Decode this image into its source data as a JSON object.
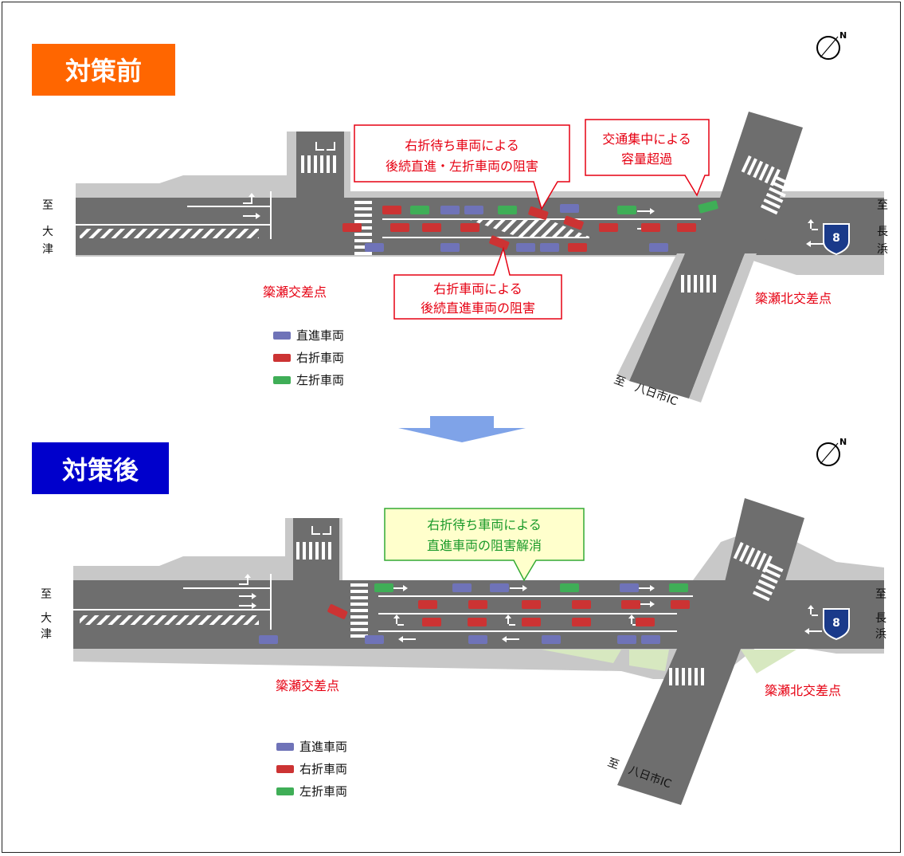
{
  "before": {
    "badge": "対策前",
    "badge_color": "#ff6600",
    "callouts": {
      "c1": [
        "右折待ち車両による",
        "後続直進・左折車両の阻害"
      ],
      "c2": [
        "交通集中による",
        "容量超過"
      ],
      "c3": [
        "右折車両による",
        "後続直進車両の阻害"
      ]
    },
    "labels": {
      "west": [
        "至",
        "大",
        "津"
      ],
      "east": [
        "至",
        "長",
        "浜"
      ],
      "south": "至　八日市IC",
      "int1": "簗瀬交差点",
      "int2": "簗瀬北交差点"
    },
    "legend": [
      "直進車両",
      "右折車両",
      "左折車両"
    ]
  },
  "after": {
    "badge": "対策後",
    "badge_color": "#0000cc",
    "callout": [
      "右折待ち車両による",
      "直進車両の阻害解消"
    ],
    "labels": {
      "west": [
        "至",
        "大",
        "津"
      ],
      "east": [
        "至",
        "長",
        "浜"
      ],
      "south": "至　八日市IC",
      "int1": "簗瀬交差点",
      "int2": "簗瀬北交差点"
    },
    "legend": [
      "直進車両",
      "右折車両",
      "左折車両"
    ]
  },
  "route_shield": "8",
  "colors": {
    "straight": "#6f73b8",
    "right_turn": "#cc3333",
    "left_turn": "#3fae57",
    "road": "#6e6e6e",
    "sidewalk": "#c8c8c8",
    "callout_red": "#e60012",
    "callout_green_fill": "#ffffcc",
    "callout_green_border": "#33aa33"
  },
  "icons": [
    "north-arrow-icon",
    "route-8-shield-icon",
    "down-arrow-icon"
  ]
}
